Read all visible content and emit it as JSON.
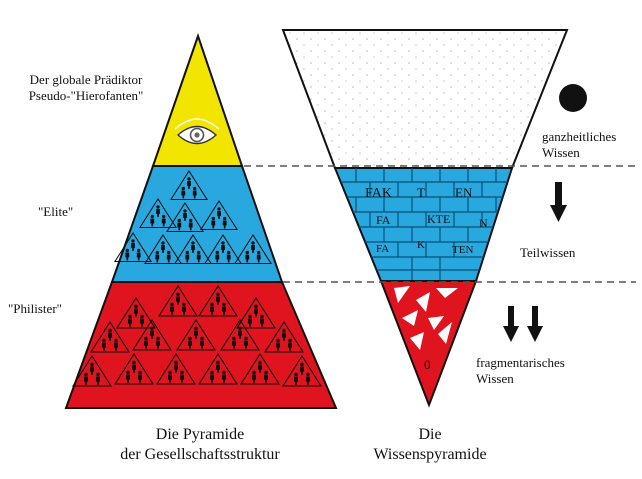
{
  "society_pyramid": {
    "top_label_line1": "Der globale Prädiktor",
    "top_label_line2": "Pseudo-\"Hierofanten\"",
    "middle_label": "\"Elite\"",
    "bottom_label": "\"Philister\"",
    "caption_line1": "Die Pyramide",
    "caption_line2": "der Gesellschaftsstruktur",
    "colors": {
      "top": "#f2e600",
      "middle": "#29a8e0",
      "bottom": "#e0141e"
    },
    "top_icon": "eye-icon",
    "people_icon": "people-group-icon"
  },
  "knowledge_pyramid": {
    "caption_line1": "Die",
    "caption_line2": "Wissenspyramide",
    "levels": [
      {
        "label_line1": "ganzheitliches",
        "label_line2": "Wissen",
        "marker": "black-circle-icon"
      },
      {
        "label_line1": "Teilwissen",
        "label_line2": "",
        "marker": "single-arrow-down-icon"
      },
      {
        "label_line1": "fragmentarisches",
        "label_line2": "Wissen",
        "marker": "double-arrow-down-icon"
      }
    ],
    "brick_words": [
      "FAK",
      "T",
      "EN",
      "FA",
      "KTE",
      "N",
      "FA",
      "K",
      "TEN"
    ],
    "fragment_symbol": "0",
    "colors": {
      "top": "#ffffff",
      "middle": "#29a8e0",
      "bottom": "#e0141e"
    }
  }
}
